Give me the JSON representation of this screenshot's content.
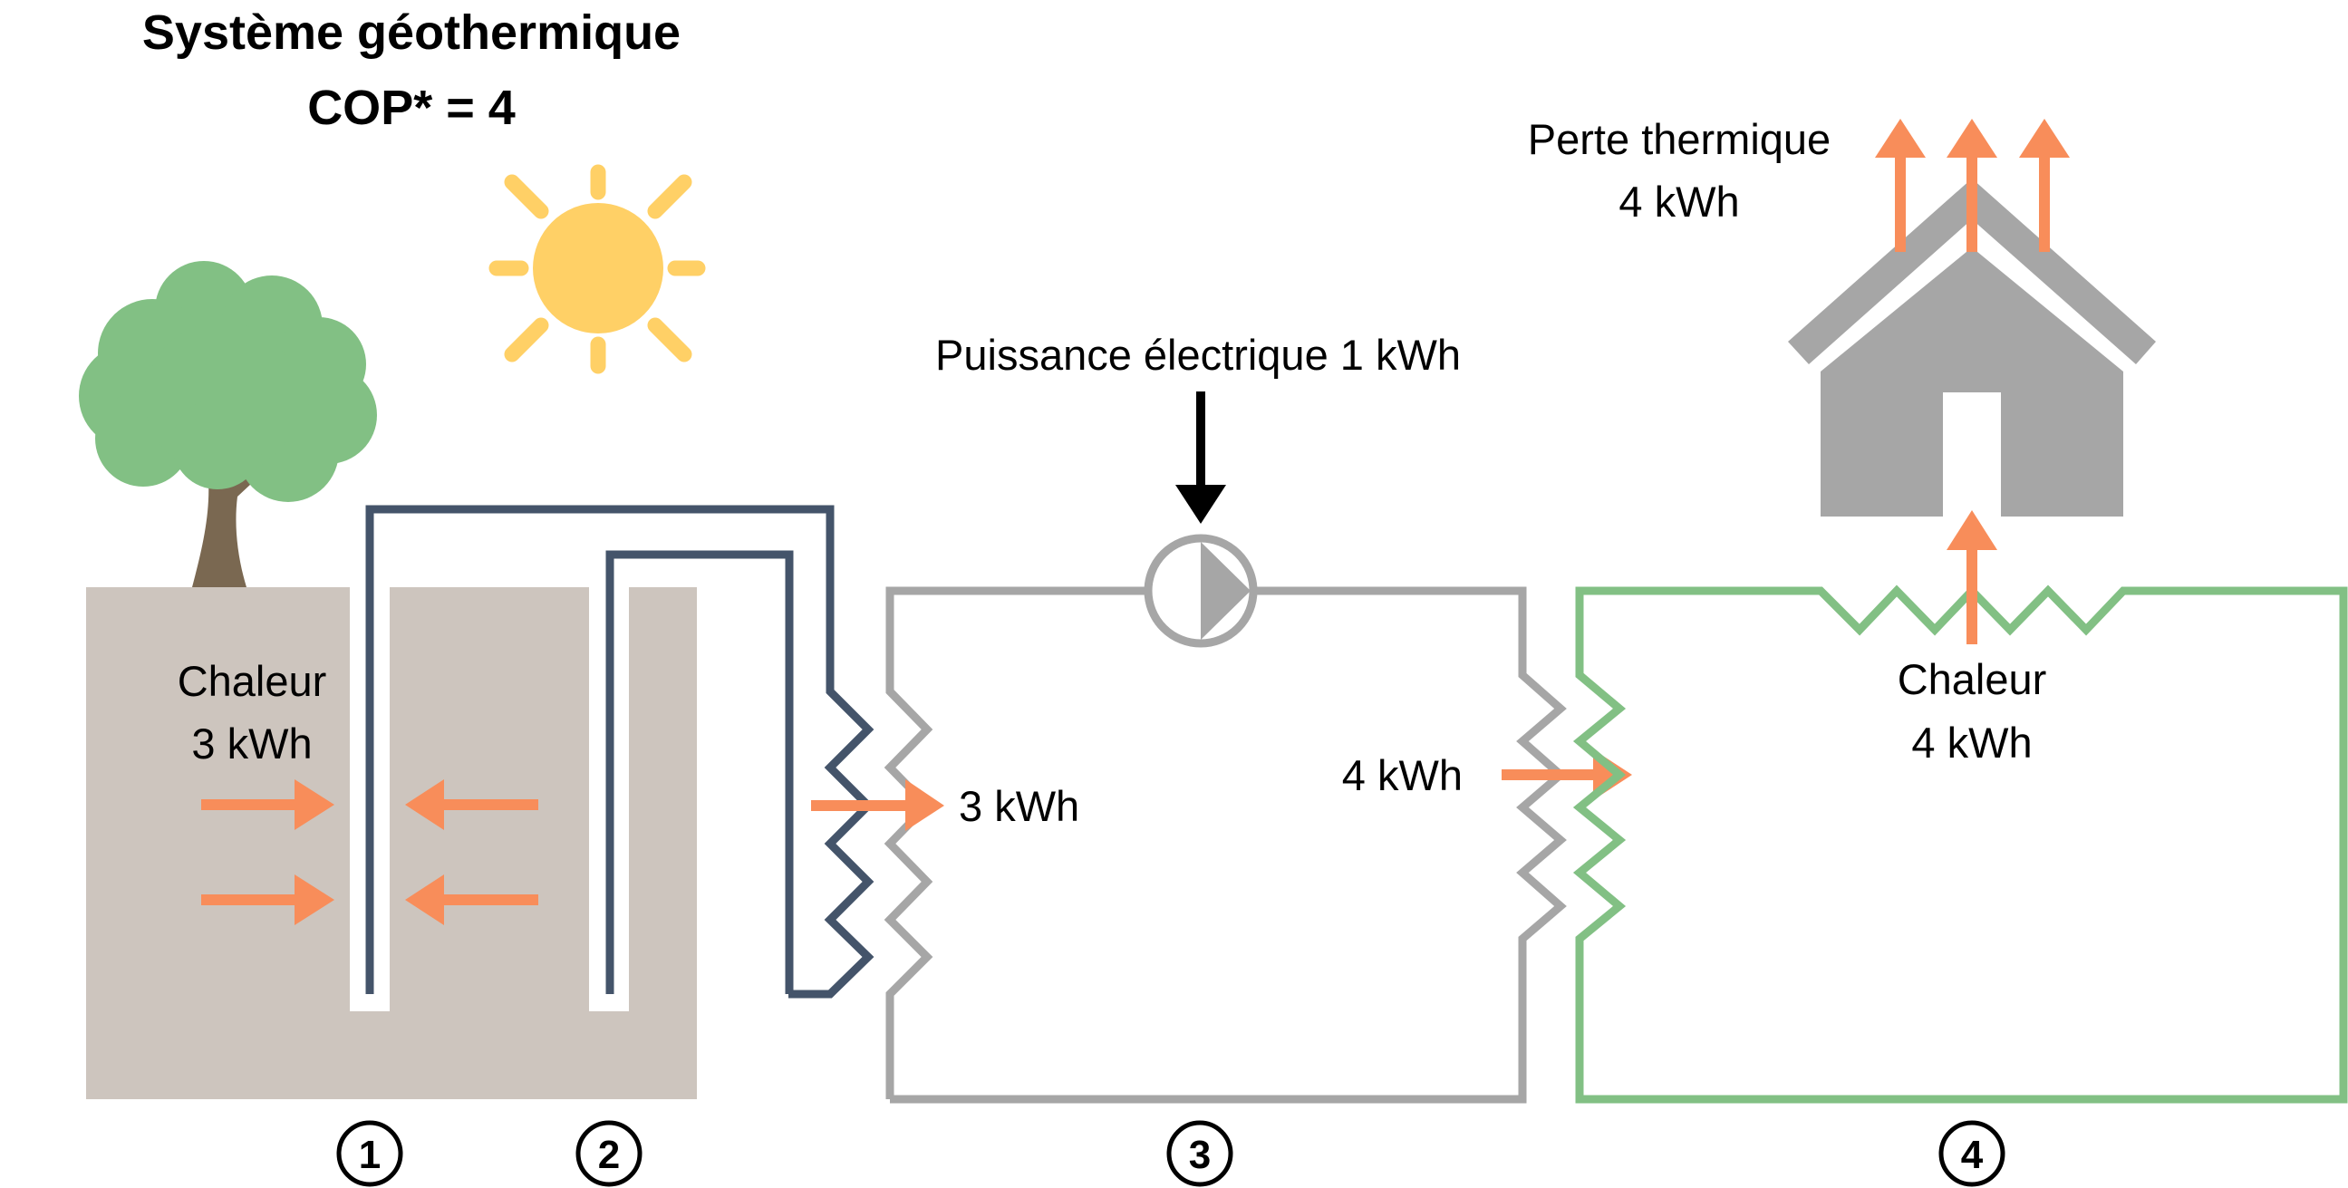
{
  "title": {
    "line1": "Système géothermique",
    "line2": "COP* = 4"
  },
  "labels": {
    "ground_heat": {
      "line1": "Chaleur",
      "line2": "3 kWh"
    },
    "evaporator_energy": "3 kWh",
    "condenser_energy": "4 kWh",
    "electric_input": "Puissance électrique 1 kWh",
    "house_heat": {
      "line1": "Chaleur",
      "line2": "4 kWh"
    },
    "heat_loss": {
      "line1": "Perte thermique",
      "line2": "4 kWh"
    }
  },
  "stages": [
    {
      "number": "1"
    },
    {
      "number": "2"
    },
    {
      "number": "3"
    },
    {
      "number": "4"
    }
  ],
  "colors": {
    "ground": "#CDC5BE",
    "ground_loop": "#44546A",
    "refrigerant_loop": "#A6A6A6",
    "heating_loop": "#82C084",
    "heat_arrow": "#F88D5A",
    "sun": "#FFD066",
    "tree_canopy": "#82C084",
    "tree_trunk": "#7A6851",
    "house": "#A6A6A6"
  }
}
